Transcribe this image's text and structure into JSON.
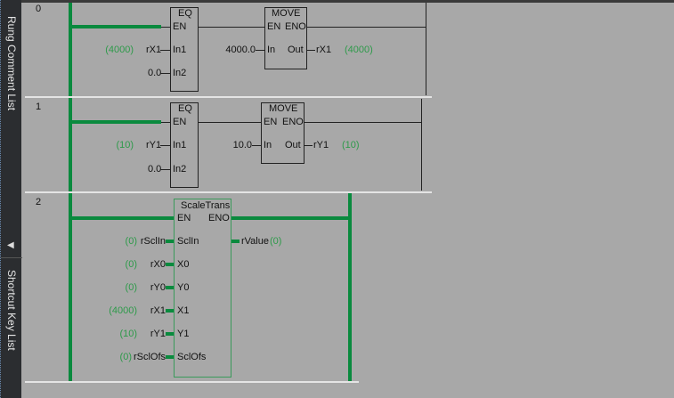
{
  "sidebar": {
    "tabs": [
      {
        "label": "Rung Comment List"
      },
      {
        "label": "Shortcut Key List"
      }
    ],
    "collapse_icon": "triangle-left-icon"
  },
  "rungs": [
    {
      "number": "0",
      "eq": {
        "title": "EQ",
        "en": "EN",
        "in1": "In1",
        "in2": "In2",
        "in1_var": "rX1",
        "in1_val": "(4000)",
        "in2_const": "0.0"
      },
      "move": {
        "title": "MOVE",
        "en": "EN",
        "eno": "ENO",
        "in": "In",
        "out": "Out",
        "in_const": "4000.0",
        "out_var": "rX1",
        "out_val": "(4000)"
      }
    },
    {
      "number": "1",
      "eq": {
        "title": "EQ",
        "en": "EN",
        "in1": "In1",
        "in2": "In2",
        "in1_var": "rY1",
        "in1_val": "(10)",
        "in2_const": "0.0"
      },
      "move": {
        "title": "MOVE",
        "en": "EN",
        "eno": "ENO",
        "in": "In",
        "out": "Out",
        "in_const": "10.0",
        "out_var": "rY1",
        "out_val": "(10)"
      }
    },
    {
      "number": "2",
      "scale": {
        "title": "ScaleTrans",
        "en": "EN",
        "eno": "ENO",
        "inputs": [
          {
            "pin": "SclIn",
            "var": "rSclIn",
            "val": "(0)"
          },
          {
            "pin": "X0",
            "var": "rX0",
            "val": "(0)"
          },
          {
            "pin": "Y0",
            "var": "rY0",
            "val": "(0)"
          },
          {
            "pin": "X1",
            "var": "rX1",
            "val": "(4000)"
          },
          {
            "pin": "Y1",
            "var": "rY1",
            "val": "(10)"
          },
          {
            "pin": "SclOfs",
            "var": "rSclOfs",
            "val": "(0)"
          }
        ],
        "output": {
          "var": "rValue",
          "val": "(0)"
        }
      }
    }
  ],
  "colors": {
    "energized": "#0a8a3e",
    "value": "#2e9a4a",
    "background": "#a8a8a8"
  }
}
